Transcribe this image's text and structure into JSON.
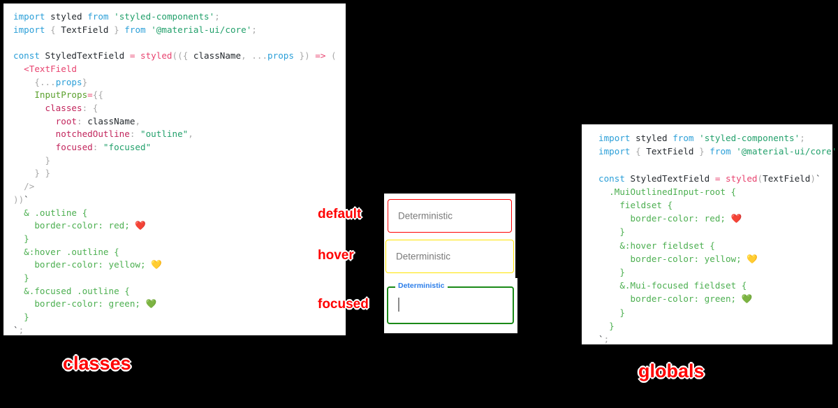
{
  "panels": {
    "classes": {
      "title": "classes",
      "lines": [
        [
          {
            "t": "import",
            "c": "t-kw"
          },
          {
            "t": " ",
            "c": "t-plain"
          },
          {
            "t": "styled",
            "c": "t-plain"
          },
          {
            "t": " ",
            "c": "t-plain"
          },
          {
            "t": "from",
            "c": "t-kw"
          },
          {
            "t": " ",
            "c": "t-plain"
          },
          {
            "t": "'styled-components'",
            "c": "t-str"
          },
          {
            "t": ";",
            "c": "t-punct"
          }
        ],
        [
          {
            "t": "import",
            "c": "t-kw"
          },
          {
            "t": " ",
            "c": "t-plain"
          },
          {
            "t": "{",
            "c": "t-punct"
          },
          {
            "t": " TextField ",
            "c": "t-plain"
          },
          {
            "t": "}",
            "c": "t-punct"
          },
          {
            "t": " ",
            "c": "t-plain"
          },
          {
            "t": "from",
            "c": "t-kw"
          },
          {
            "t": " ",
            "c": "t-plain"
          },
          {
            "t": "'@material-ui/core'",
            "c": "t-str"
          },
          {
            "t": ";",
            "c": "t-punct"
          }
        ],
        [],
        [
          {
            "t": "const",
            "c": "t-kw"
          },
          {
            "t": " StyledTextField ",
            "c": "t-plain"
          },
          {
            "t": "=",
            "c": "t-op"
          },
          {
            "t": " ",
            "c": "t-plain"
          },
          {
            "t": "styled",
            "c": "t-fn"
          },
          {
            "t": "((",
            "c": "t-punct"
          },
          {
            "t": "{ ",
            "c": "t-punct"
          },
          {
            "t": "className",
            "c": "t-plain"
          },
          {
            "t": ", ",
            "c": "t-punct"
          },
          {
            "t": "...",
            "c": "t-punct"
          },
          {
            "t": "props",
            "c": "t-var"
          },
          {
            "t": " }) ",
            "c": "t-punct"
          },
          {
            "t": "=>",
            "c": "t-op"
          },
          {
            "t": " (",
            "c": "t-punct"
          }
        ],
        [
          {
            "t": "  ",
            "c": "t-plain"
          },
          {
            "t": "<TextField",
            "c": "t-fn"
          }
        ],
        [
          {
            "t": "    ",
            "c": "t-plain"
          },
          {
            "t": "{",
            "c": "t-punct"
          },
          {
            "t": "...",
            "c": "t-punct"
          },
          {
            "t": "props",
            "c": "t-var"
          },
          {
            "t": "}",
            "c": "t-punct"
          }
        ],
        [
          {
            "t": "    ",
            "c": "t-plain"
          },
          {
            "t": "InputProps",
            "c": "t-attr"
          },
          {
            "t": "=",
            "c": "t-op"
          },
          {
            "t": "{{",
            "c": "t-punct"
          }
        ],
        [
          {
            "t": "      ",
            "c": "t-plain"
          },
          {
            "t": "classes",
            "c": "t-prop"
          },
          {
            "t": ": ",
            "c": "t-punct"
          },
          {
            "t": "{",
            "c": "t-punct"
          }
        ],
        [
          {
            "t": "        ",
            "c": "t-plain"
          },
          {
            "t": "root",
            "c": "t-prop"
          },
          {
            "t": ": ",
            "c": "t-punct"
          },
          {
            "t": "className",
            "c": "t-plain"
          },
          {
            "t": ",",
            "c": "t-punct"
          }
        ],
        [
          {
            "t": "        ",
            "c": "t-plain"
          },
          {
            "t": "notchedOutline",
            "c": "t-prop"
          },
          {
            "t": ": ",
            "c": "t-punct"
          },
          {
            "t": "\"outline\"",
            "c": "t-str"
          },
          {
            "t": ",",
            "c": "t-punct"
          }
        ],
        [
          {
            "t": "        ",
            "c": "t-plain"
          },
          {
            "t": "focused",
            "c": "t-prop"
          },
          {
            "t": ": ",
            "c": "t-punct"
          },
          {
            "t": "\"focused\"",
            "c": "t-str"
          }
        ],
        [
          {
            "t": "      ",
            "c": "t-plain"
          },
          {
            "t": "}",
            "c": "t-punct"
          }
        ],
        [
          {
            "t": "    ",
            "c": "t-plain"
          },
          {
            "t": "} }",
            "c": "t-punct"
          }
        ],
        [
          {
            "t": "  ",
            "c": "t-plain"
          },
          {
            "t": "/>",
            "c": "t-punct"
          }
        ],
        [
          {
            "t": "))",
            "c": "t-punct"
          },
          {
            "t": "`",
            "c": "t-plain"
          }
        ],
        [
          {
            "t": "  ",
            "c": "t-plain"
          },
          {
            "t": "& .outline {",
            "c": "t-css"
          }
        ],
        [
          {
            "t": "    ",
            "c": "t-plain"
          },
          {
            "t": "border-color: red; ",
            "c": "t-css"
          },
          {
            "t": "❤️",
            "c": "t-plain"
          }
        ],
        [
          {
            "t": "  ",
            "c": "t-plain"
          },
          {
            "t": "}",
            "c": "t-css"
          }
        ],
        [
          {
            "t": "  ",
            "c": "t-plain"
          },
          {
            "t": "&:hover .outline {",
            "c": "t-css"
          }
        ],
        [
          {
            "t": "    ",
            "c": "t-plain"
          },
          {
            "t": "border-color: yellow; ",
            "c": "t-css"
          },
          {
            "t": "💛",
            "c": "t-plain"
          }
        ],
        [
          {
            "t": "  ",
            "c": "t-plain"
          },
          {
            "t": "}",
            "c": "t-css"
          }
        ],
        [
          {
            "t": "  ",
            "c": "t-plain"
          },
          {
            "t": "&.focused .outline {",
            "c": "t-css"
          }
        ],
        [
          {
            "t": "    ",
            "c": "t-plain"
          },
          {
            "t": "border-color: green; ",
            "c": "t-css"
          },
          {
            "t": "💚",
            "c": "t-plain"
          }
        ],
        [
          {
            "t": "  ",
            "c": "t-plain"
          },
          {
            "t": "}",
            "c": "t-css"
          }
        ],
        [
          {
            "t": "`",
            "c": "t-plain"
          },
          {
            "t": ";",
            "c": "t-punct"
          }
        ]
      ]
    },
    "globals": {
      "title": "globals",
      "lines": [
        [
          {
            "t": "import",
            "c": "t-kw"
          },
          {
            "t": " ",
            "c": "t-plain"
          },
          {
            "t": "styled",
            "c": "t-plain"
          },
          {
            "t": " ",
            "c": "t-plain"
          },
          {
            "t": "from",
            "c": "t-kw"
          },
          {
            "t": " ",
            "c": "t-plain"
          },
          {
            "t": "'styled-components'",
            "c": "t-str"
          },
          {
            "t": ";",
            "c": "t-punct"
          }
        ],
        [
          {
            "t": "import",
            "c": "t-kw"
          },
          {
            "t": " ",
            "c": "t-plain"
          },
          {
            "t": "{",
            "c": "t-punct"
          },
          {
            "t": " TextField ",
            "c": "t-plain"
          },
          {
            "t": "}",
            "c": "t-punct"
          },
          {
            "t": " ",
            "c": "t-plain"
          },
          {
            "t": "from",
            "c": "t-kw"
          },
          {
            "t": " ",
            "c": "t-plain"
          },
          {
            "t": "'@material-ui/core'",
            "c": "t-str"
          },
          {
            "t": ";",
            "c": "t-punct"
          }
        ],
        [],
        [
          {
            "t": "const",
            "c": "t-kw"
          },
          {
            "t": " StyledTextField ",
            "c": "t-plain"
          },
          {
            "t": "=",
            "c": "t-op"
          },
          {
            "t": " ",
            "c": "t-plain"
          },
          {
            "t": "styled",
            "c": "t-fn"
          },
          {
            "t": "(",
            "c": "t-punct"
          },
          {
            "t": "TextField",
            "c": "t-plain"
          },
          {
            "t": ")",
            "c": "t-punct"
          },
          {
            "t": "`",
            "c": "t-plain"
          }
        ],
        [
          {
            "t": "  ",
            "c": "t-plain"
          },
          {
            "t": ".MuiOutlinedInput-root {",
            "c": "t-css"
          }
        ],
        [
          {
            "t": "    ",
            "c": "t-plain"
          },
          {
            "t": "fieldset {",
            "c": "t-css"
          }
        ],
        [
          {
            "t": "      ",
            "c": "t-plain"
          },
          {
            "t": "border-color: red; ",
            "c": "t-css"
          },
          {
            "t": "❤️",
            "c": "t-plain"
          }
        ],
        [
          {
            "t": "    ",
            "c": "t-plain"
          },
          {
            "t": "}",
            "c": "t-css"
          }
        ],
        [
          {
            "t": "    ",
            "c": "t-plain"
          },
          {
            "t": "&:hover fieldset {",
            "c": "t-css"
          }
        ],
        [
          {
            "t": "      ",
            "c": "t-plain"
          },
          {
            "t": "border-color: yellow; ",
            "c": "t-css"
          },
          {
            "t": "💛",
            "c": "t-plain"
          }
        ],
        [
          {
            "t": "    ",
            "c": "t-plain"
          },
          {
            "t": "}",
            "c": "t-css"
          }
        ],
        [
          {
            "t": "    ",
            "c": "t-plain"
          },
          {
            "t": "&.Mui-focused fieldset {",
            "c": "t-css"
          }
        ],
        [
          {
            "t": "      ",
            "c": "t-plain"
          },
          {
            "t": "border-color: green; ",
            "c": "t-css"
          },
          {
            "t": "💚",
            "c": "t-plain"
          }
        ],
        [
          {
            "t": "    ",
            "c": "t-plain"
          },
          {
            "t": "}",
            "c": "t-css"
          }
        ],
        [
          {
            "t": "  ",
            "c": "t-plain"
          },
          {
            "t": "}",
            "c": "t-css"
          }
        ],
        [
          {
            "t": "`",
            "c": "t-plain"
          },
          {
            "t": ";",
            "c": "t-punct"
          }
        ]
      ]
    }
  },
  "preview": {
    "fields": {
      "default": {
        "text": "Deterministic",
        "border_color": "#ff0000"
      },
      "hover": {
        "text": "Deterministic",
        "border_color": "#ffe400"
      },
      "focused": {
        "label": "Deterministic",
        "value": "",
        "border_color": "#1a8917",
        "label_color": "#2b7de9"
      }
    }
  },
  "annotations": {
    "state_default": "default",
    "state_hover": "hover",
    "state_focused": "focused",
    "color": "#ff0000"
  }
}
